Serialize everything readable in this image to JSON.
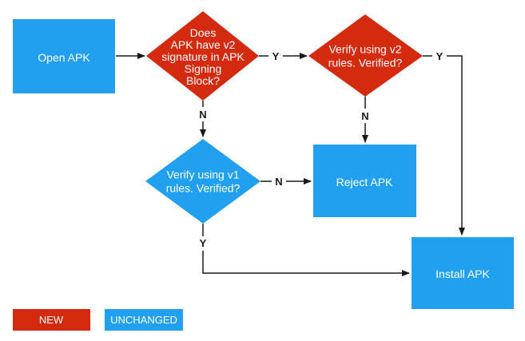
{
  "colors": {
    "new": "#d42a0f",
    "unchanged": "#22a0f0",
    "arrow": "#1a1a1a"
  },
  "nodes": {
    "open_apk": {
      "lines": [
        "Open APK"
      ],
      "status": "unchanged"
    },
    "has_v2": {
      "lines": [
        "Does",
        "APK have v2",
        "signature in APK",
        "Signing",
        "Block?"
      ],
      "status": "new"
    },
    "verify_v2": {
      "lines": [
        "Verify using v2",
        "rules. Verified?"
      ],
      "status": "new"
    },
    "verify_v1": {
      "lines": [
        "Verify using v1",
        "rules. Verified?"
      ],
      "status": "unchanged"
    },
    "reject_apk": {
      "lines": [
        "Reject APK"
      ],
      "status": "unchanged"
    },
    "install_apk": {
      "lines": [
        "Install APK"
      ],
      "status": "unchanged"
    }
  },
  "edges": {
    "has_v2_yes": "Y",
    "has_v2_no": "N",
    "verify_v2_yes": "Y",
    "verify_v2_no": "N",
    "verify_v1_no": "N",
    "verify_v1_yes": "Y"
  },
  "legend": {
    "new": "NEW",
    "unchanged": "UNCHANGED"
  }
}
